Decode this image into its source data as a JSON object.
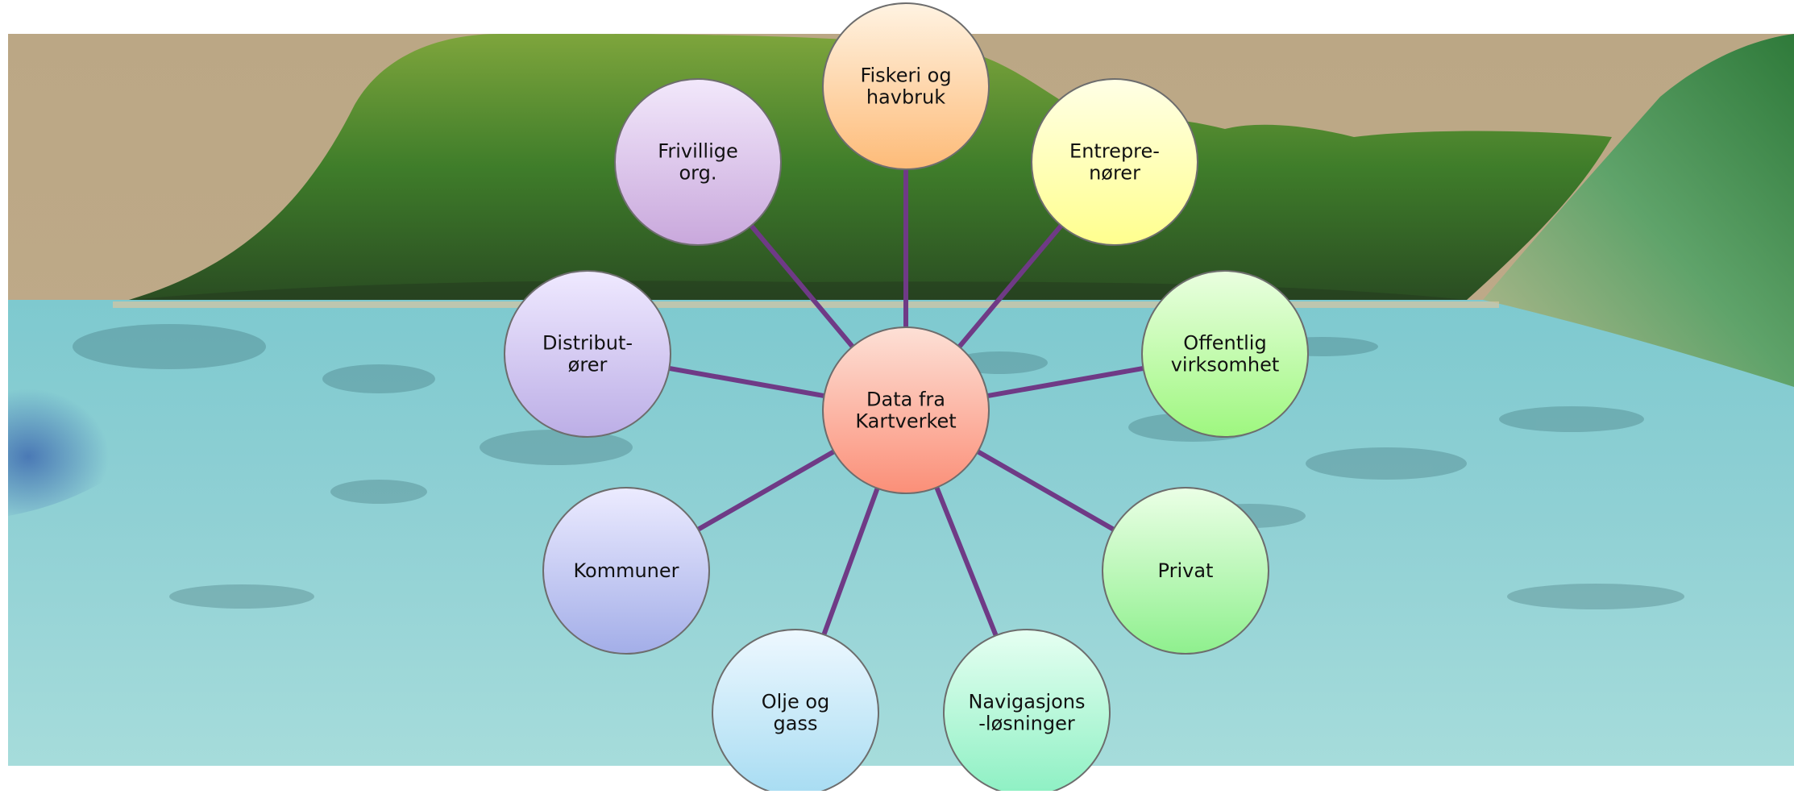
{
  "center": {
    "lines": [
      "Data fra",
      "Kartverket"
    ],
    "colors": [
      "#fde0d6",
      "#fb8f78"
    ]
  },
  "connector_color": "#6f3a86",
  "nodes": [
    {
      "id": "fiskeri",
      "lines": [
        "Fiskeri og",
        "havbruk"
      ],
      "colors": [
        "#fff3e2",
        "#fdbb78"
      ]
    },
    {
      "id": "entreprenorer",
      "lines": [
        "Entrepre-",
        "nører"
      ],
      "colors": [
        "#ffffe6",
        "#ffff8e"
      ]
    },
    {
      "id": "offentlig",
      "lines": [
        "Offentlig",
        "virksomhet"
      ],
      "colors": [
        "#eaffe0",
        "#9ef77f"
      ]
    },
    {
      "id": "privat",
      "lines": [
        "Privat"
      ],
      "colors": [
        "#ebffe6",
        "#8ff08e"
      ]
    },
    {
      "id": "navigasjon",
      "lines": [
        "Navigasjons",
        "-løsninger"
      ],
      "colors": [
        "#e6fff2",
        "#8df0c3"
      ]
    },
    {
      "id": "olje",
      "lines": [
        "Olje og",
        "gass"
      ],
      "colors": [
        "#eef8ff",
        "#a7dcf2"
      ]
    },
    {
      "id": "kommuner",
      "lines": [
        "Kommuner"
      ],
      "colors": [
        "#ecebff",
        "#a3aee8"
      ]
    },
    {
      "id": "distributorer",
      "lines": [
        "Distribut-",
        "ører"
      ],
      "colors": [
        "#efe9ff",
        "#bcaee6"
      ]
    },
    {
      "id": "frivillige",
      "lines": [
        "Frivillige",
        "org."
      ],
      "colors": [
        "#f2e8fb",
        "#c9a8dc"
      ]
    }
  ]
}
